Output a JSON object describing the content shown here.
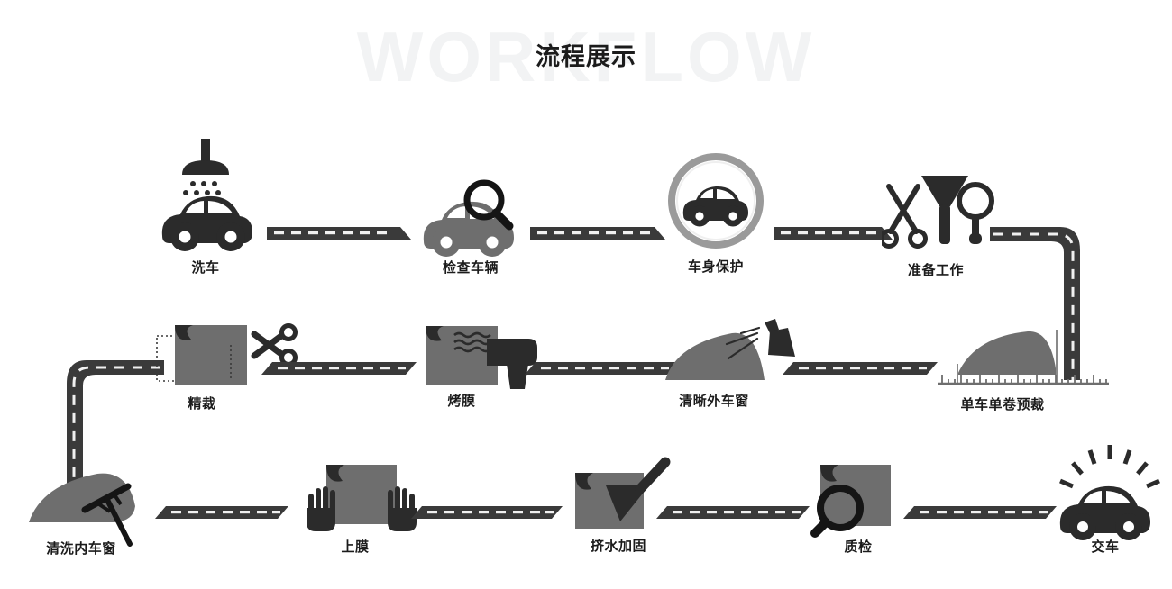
{
  "title": {
    "watermark": "WORKFLOW",
    "heading": "流程展示"
  },
  "colors": {
    "dark": "#2b2b2b",
    "mid_gray": "#6e6e6e",
    "road": "#3a3a3a",
    "road_dash": "#f0f0f0",
    "ring_gray": "#8a8a8a",
    "watermark": "#f2f3f4",
    "background": "#ffffff",
    "text": "#1b1b1b"
  },
  "steps": [
    {
      "index": 1,
      "label": "洗车",
      "icon": "car-wash-icon",
      "row": 1
    },
    {
      "index": 2,
      "label": "检查车辆",
      "icon": "car-inspect-icon",
      "row": 1
    },
    {
      "index": 3,
      "label": "车身保护",
      "icon": "car-in-ring-icon",
      "row": 1
    },
    {
      "index": 4,
      "label": "准备工作",
      "icon": "tools-prep-icon",
      "row": 1
    },
    {
      "index": 5,
      "label": "精裁",
      "icon": "film-cut-scissors-icon",
      "row": 2
    },
    {
      "index": 6,
      "label": "烤膜",
      "icon": "heat-gun-film-icon",
      "row": 2
    },
    {
      "index": 7,
      "label": "清晰外车窗",
      "icon": "spray-window-icon",
      "row": 2
    },
    {
      "index": 8,
      "label": "单车单卷预裁",
      "icon": "window-ruler-icon",
      "row": 2
    },
    {
      "index": 9,
      "label": "清洗内车窗",
      "icon": "squeegee-window-icon",
      "row": 3
    },
    {
      "index": 10,
      "label": "上膜",
      "icon": "hands-film-icon",
      "row": 3
    },
    {
      "index": 11,
      "label": "挤水加固",
      "icon": "squeegee-film-icon",
      "row": 3
    },
    {
      "index": 12,
      "label": "质检",
      "icon": "magnifier-film-icon",
      "row": 3
    },
    {
      "index": 13,
      "label": "交车",
      "icon": "car-shine-icon",
      "row": 3
    }
  ],
  "connectors": [
    {
      "name": "road-1-2",
      "type": "straight-right"
    },
    {
      "name": "road-2-3",
      "type": "straight-right"
    },
    {
      "name": "road-3-4",
      "type": "straight-right"
    },
    {
      "name": "road-4-5",
      "type": "corner-down-right"
    },
    {
      "name": "road-5-6",
      "type": "straight-right"
    },
    {
      "name": "road-6-7",
      "type": "straight-right"
    },
    {
      "name": "road-7-8",
      "type": "straight-right"
    },
    {
      "name": "road-8-9",
      "type": "corner-down-left"
    },
    {
      "name": "road-9-10",
      "type": "straight-right"
    },
    {
      "name": "road-10-11",
      "type": "straight-right"
    },
    {
      "name": "road-11-12",
      "type": "straight-right"
    },
    {
      "name": "road-12-13",
      "type": "straight-right"
    }
  ]
}
